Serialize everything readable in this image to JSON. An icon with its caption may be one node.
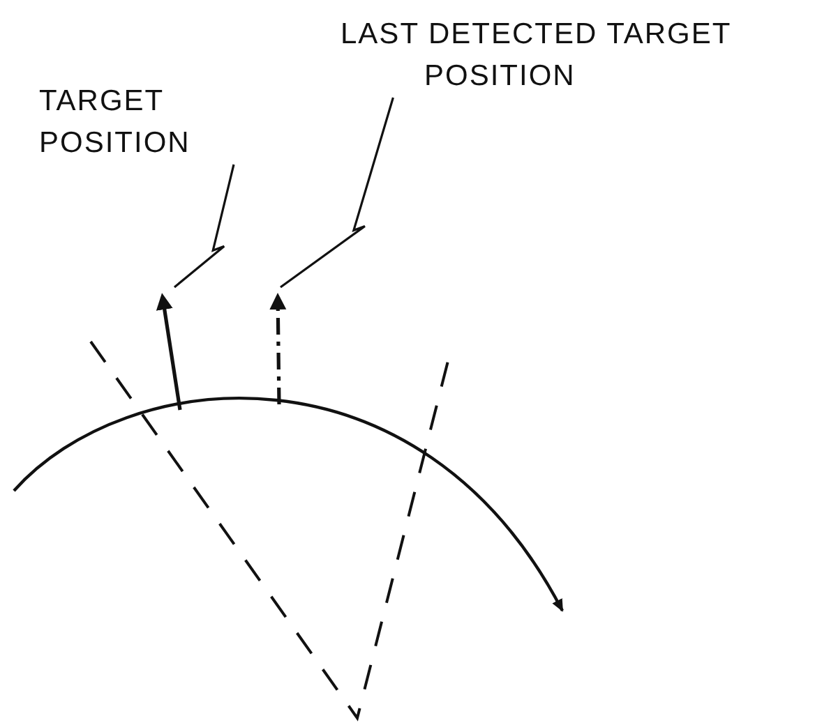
{
  "diagram": {
    "nodes": [
      {
        "text": [
          "TARGET POSITION"
        ]
      },
      {
        "text": [
          "LAST DETECTED TARGET POSITION"
        ]
      },
      {
        "text": [],
        "shape": "arrow"
      },
      {
        "text": [],
        "shape": "arrow"
      }
    ],
    "edges": [
      {
        "from": 0,
        "to": 2,
        "arrow": "none"
      },
      {
        "from": 1,
        "to": 3,
        "arrow": "none"
      }
    ]
  }
}
